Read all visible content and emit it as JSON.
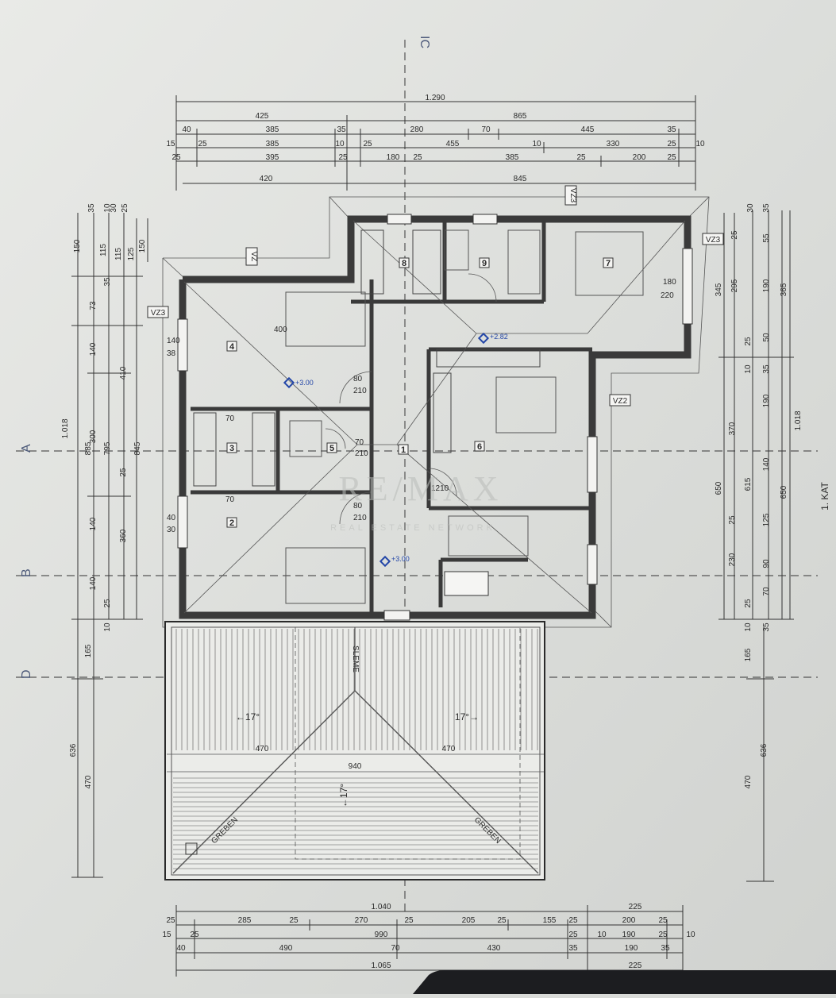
{
  "floor_label": "1. KAT",
  "axes": {
    "top": "IC",
    "left": [
      "A",
      "B",
      "D"
    ]
  },
  "top_dims": {
    "row1": [
      "1.290"
    ],
    "row2": [
      "425",
      "865"
    ],
    "row3": [
      "40",
      "385",
      "35",
      "280",
      "70",
      "445",
      "35"
    ],
    "row4": [
      "15",
      "25",
      "385",
      "10",
      "25",
      "455",
      "10",
      "330",
      "25",
      "10"
    ],
    "row5": [
      "25",
      "395",
      "25",
      "180",
      "25",
      "385",
      "25",
      "200",
      "25"
    ],
    "row6": [
      "420",
      "845"
    ]
  },
  "bottom_dims": {
    "row1": [
      "1.040",
      "225"
    ],
    "row2": [
      "25",
      "285",
      "25",
      "270",
      "25",
      "205",
      "25",
      "155",
      "25",
      "200",
      "25"
    ],
    "row3": [
      "15",
      "25",
      "990",
      "25",
      "10",
      "190",
      "25",
      "10"
    ],
    "row4": [
      "40",
      "490",
      "70",
      "430",
      "35",
      "190",
      "35"
    ],
    "row5": [
      "1.065",
      "225"
    ]
  },
  "left_dims": {
    "a": [
      "1.018",
      "636"
    ],
    "b": [
      "885",
      "165",
      "470"
    ],
    "c": [
      "150",
      "73",
      "140",
      "300",
      "140",
      "140"
    ],
    "d": [
      "115",
      "35",
      "795",
      "25",
      "10"
    ],
    "e": [
      "115",
      "410",
      "25",
      "360"
    ],
    "f": [
      "125",
      "845"
    ],
    "g": [
      "150"
    ],
    "top": [
      "35",
      "10",
      "30",
      "25"
    ]
  },
  "right_dims": {
    "a": [
      "1.018"
    ],
    "b": [
      "365",
      "650"
    ],
    "c": [
      "35",
      "55",
      "190",
      "50",
      "35",
      "190",
      "140",
      "125",
      "90",
      "70",
      "35"
    ],
    "d": [
      "30",
      "25",
      "295",
      "25",
      "10",
      "370",
      "615",
      "25",
      "230",
      "25",
      "10"
    ],
    "e": [
      "345",
      "650"
    ],
    "f": [
      "165",
      "636",
      "470"
    ]
  },
  "rooms": [
    {
      "id": "1",
      "level": "+3.00"
    },
    {
      "id": "2"
    },
    {
      "id": "3"
    },
    {
      "id": "4",
      "level": "+3.00"
    },
    {
      "id": "5"
    },
    {
      "id": "6"
    },
    {
      "id": "7"
    },
    {
      "id": "8"
    },
    {
      "id": "9",
      "level": "+2.82"
    }
  ],
  "labels": {
    "vz": "VZ",
    "vz2": "VZ2",
    "vz3": "VZ3",
    "slope_left": "←17°",
    "slope_right": "17°→",
    "slope_center": "←17°",
    "roof_470_left": "470",
    "roof_470_right": "470",
    "roof_940": "940",
    "greben_left": "GREBEN",
    "greben_right": "GREBEN",
    "sleme": "SLEME",
    "door_210": "210",
    "door_80": "80",
    "door_70": "70",
    "dim_140": "140",
    "dim_38": "38",
    "dim_40": "40",
    "dim_30": "30",
    "dim_400": "400",
    "dim_180": "180",
    "dim_220": "220",
    "dim_1210": "1210"
  },
  "watermark": {
    "main": "RE/MAX",
    "sub": "REAL ESTATE NETWORK"
  },
  "colors": {
    "paper": "#d9dbd8",
    "line": "#2a2a2a",
    "level_marker": "#2447a8",
    "axis_text": "#4b5878"
  }
}
